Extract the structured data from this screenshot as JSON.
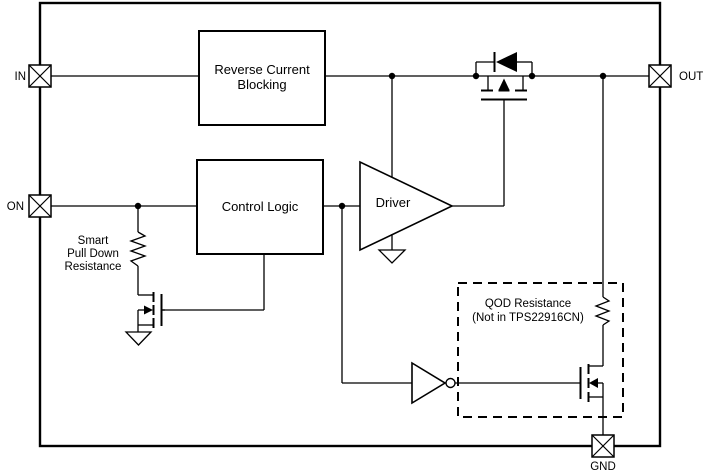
{
  "diagram": {
    "type": "functional-block-diagram",
    "colors": {
      "line": "#000000",
      "background": "#ffffff"
    },
    "pins": {
      "in": "IN",
      "on": "ON",
      "out": "OUT",
      "gnd": "GND"
    },
    "blocks": {
      "reverse_current_blocking": {
        "line1": "Reverse Current",
        "line2": "Blocking"
      },
      "control_logic": {
        "label": "Control Logic"
      },
      "driver": {
        "label": "Driver"
      }
    },
    "annotations": {
      "smart_pull_down": {
        "line1": "Smart",
        "line2": "Pull Down",
        "line3": "Resistance"
      },
      "qod": {
        "line1": "QOD Resistance",
        "line2": "(Not in TPS22916CN)"
      }
    }
  }
}
